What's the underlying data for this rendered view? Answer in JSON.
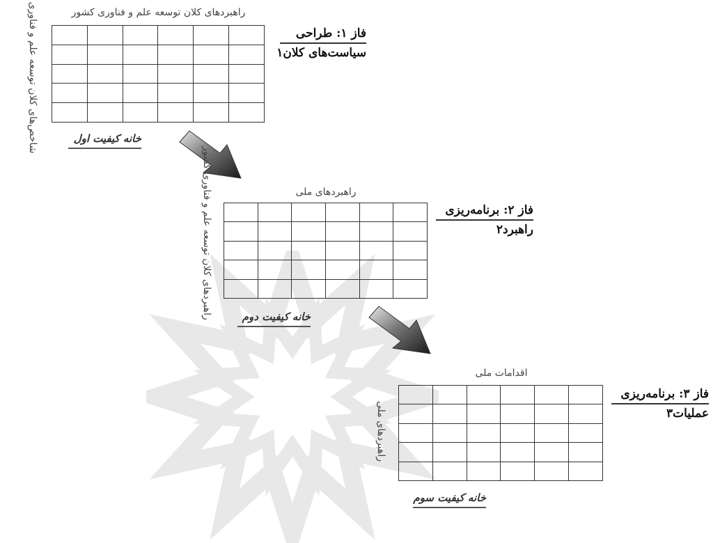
{
  "phase1": {
    "line1": "فاز ۱: طراحی",
    "line2": "سیاست‌های کلان۱",
    "top_label": "راهبردهای کلان توسعه علم و فناوری کشور",
    "side_label": "شاخص‌های کلان توسعه علم و فناوری کشور",
    "house_label": "خانه کیفیت اول"
  },
  "phase2": {
    "line1": "فاز ۲: برنامه‌ریزی",
    "line2": "راهبرد۲",
    "top_label": "راهبردهای ملی",
    "side_label": "راهبردهای کلان توسعه علم و فناوری کشور",
    "house_label": "خانه کیفیت دوم"
  },
  "phase3": {
    "line1": "فاز ۳: برنامه‌ریزی",
    "line2": "عملیات۳",
    "top_label": "اقدامات ملی",
    "side_label": "راهبردهای ملی",
    "house_label": "خانه کیفیت سوم"
  }
}
